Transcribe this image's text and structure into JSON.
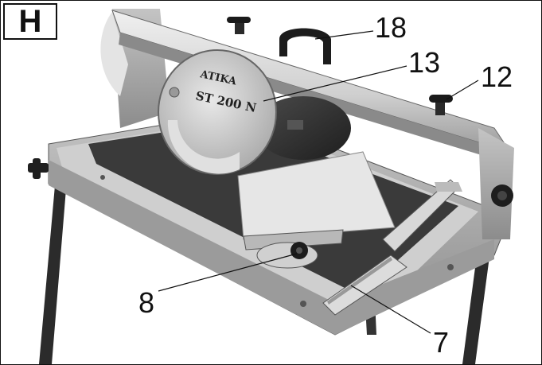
{
  "figure": {
    "label": "H"
  },
  "blade_guard_text": {
    "brand": "ATIKA",
    "model": "ST 200 N"
  },
  "callouts": [
    {
      "id": "18",
      "text": "18"
    },
    {
      "id": "13",
      "text": "13"
    },
    {
      "id": "12",
      "text": "12"
    },
    {
      "id": "8",
      "text": "8"
    },
    {
      "id": "7",
      "text": "7"
    }
  ],
  "colors": {
    "metal_light": "#d9d9d9",
    "metal_mid": "#a9a9a9",
    "metal_dark": "#6e6e6e",
    "table_surface": "#3a3a3a",
    "leg": "#2b2b2b",
    "tile": "#e6e6e6"
  }
}
